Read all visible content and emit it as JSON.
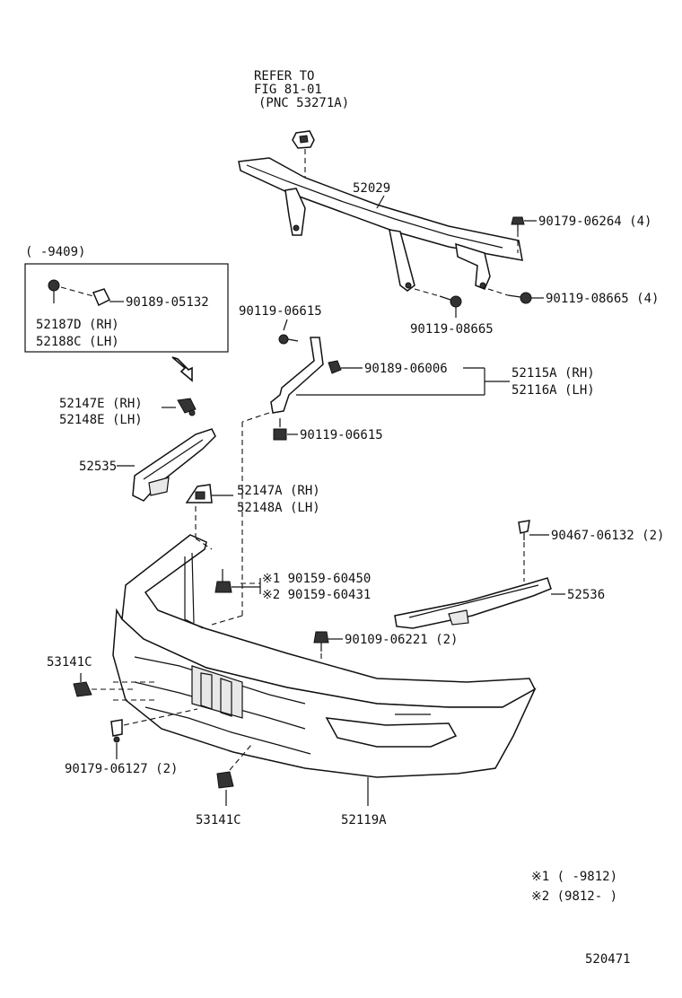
{
  "refer": {
    "line1": "REFER TO",
    "line2": "FIG 81-01",
    "line3": "(PNC 53271A)"
  },
  "labels": {
    "p52029": "52029",
    "p90179_06264": "90179-06264 (4)",
    "p90119_08665_4": "90119-08665 (4)",
    "p90119_08665": "90119-08665",
    "p90119_06615_a": "90119-06615",
    "p90189_06006": "90189-06006",
    "p52115A": "52115A (RH)",
    "p52116A": "52116A (LH)",
    "p90119_06615_b": "90119-06615",
    "p52147E": "52147E (RH)",
    "p52148E": "52148E (LH)",
    "p52535": "52535",
    "p52147A": "52147A (RH)",
    "p52148A": "52148A (LH)",
    "p90159_60450": "※1 90159-60450",
    "p90159_60431": "※2 90159-60431",
    "p90467_06132": "90467-06132 (2)",
    "p52536": "52536",
    "p90109_06221": "90109-06221 (2)",
    "p53141C_a": "53141C",
    "p90179_06127": "90179-06127 (2)",
    "p53141C_b": "53141C",
    "p52119A": "52119A"
  },
  "inset": {
    "range": "(     -9409)",
    "p90189_05132": "90189-05132",
    "p52187D": "52187D (RH)",
    "p52188C": "52188C (LH)"
  },
  "notes": {
    "note1": "※1 (      -9812)",
    "note2": "※2 (9812-      )"
  },
  "figure_id": "520471"
}
